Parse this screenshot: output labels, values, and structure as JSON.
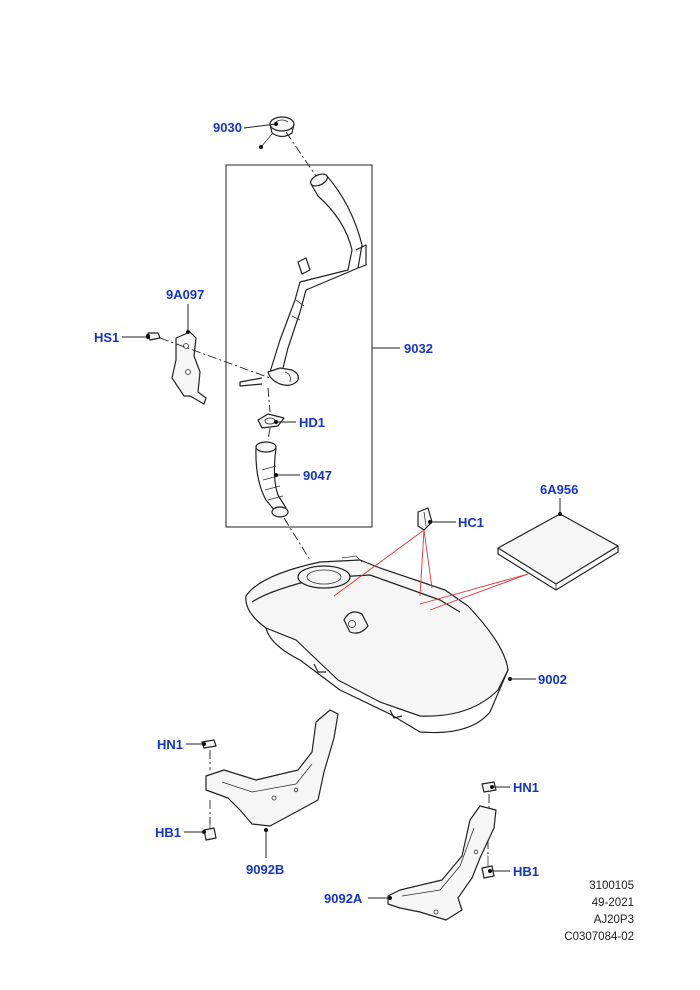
{
  "callouts": {
    "c9030": "9030",
    "c9032": "9032",
    "c9A097": "9A097",
    "cHS1": "HS1",
    "cHD1": "HD1",
    "c9047": "9047",
    "c6A956": "6A956",
    "cHC1": "HC1",
    "c9002": "9002",
    "cHN1_left": "HN1",
    "cHB1_left": "HB1",
    "c9092B": "9092B",
    "cHN1_right": "HN1",
    "cHB1_right": "HB1",
    "c9092A": "9092A"
  },
  "reference": {
    "line1": "3100105",
    "line2": "49-2021",
    "line3": "AJ20P3",
    "line4": "C0307084-02"
  },
  "colors": {
    "callout": "#1434c8",
    "highlight_lines": "#e0303a"
  }
}
